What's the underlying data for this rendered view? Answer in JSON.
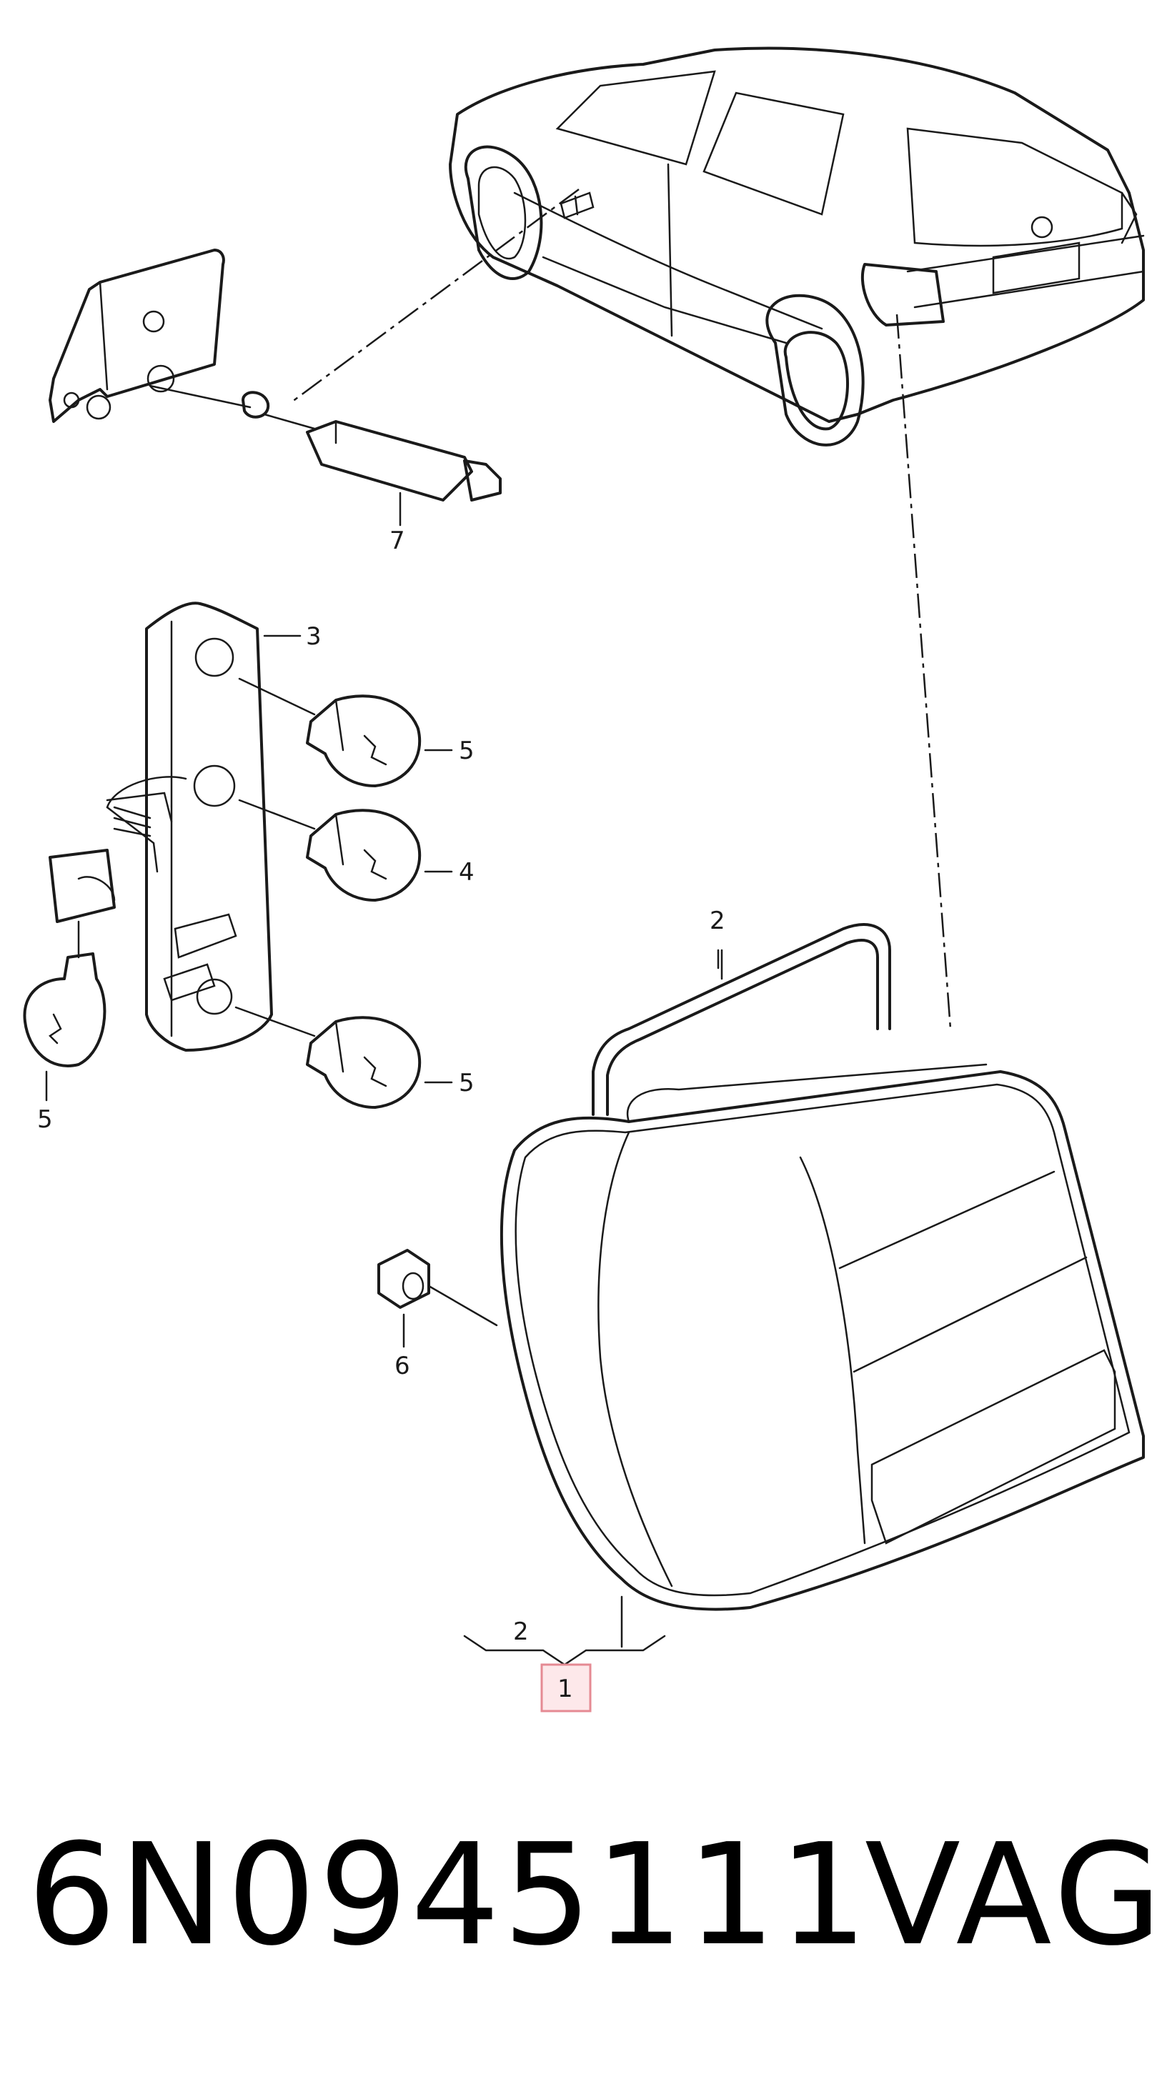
{
  "callouts": {
    "c1": "1",
    "c2_upper": "2",
    "c2_lower": "2",
    "c3": "3",
    "c4": "4",
    "c5_top": "5",
    "c5_bottom": "5",
    "c5_left": "5",
    "c6": "6",
    "c7": "7"
  },
  "highlight_color": "#e58a93",
  "footer": {
    "part_number": "6N0945111",
    "brand": "VAG"
  }
}
